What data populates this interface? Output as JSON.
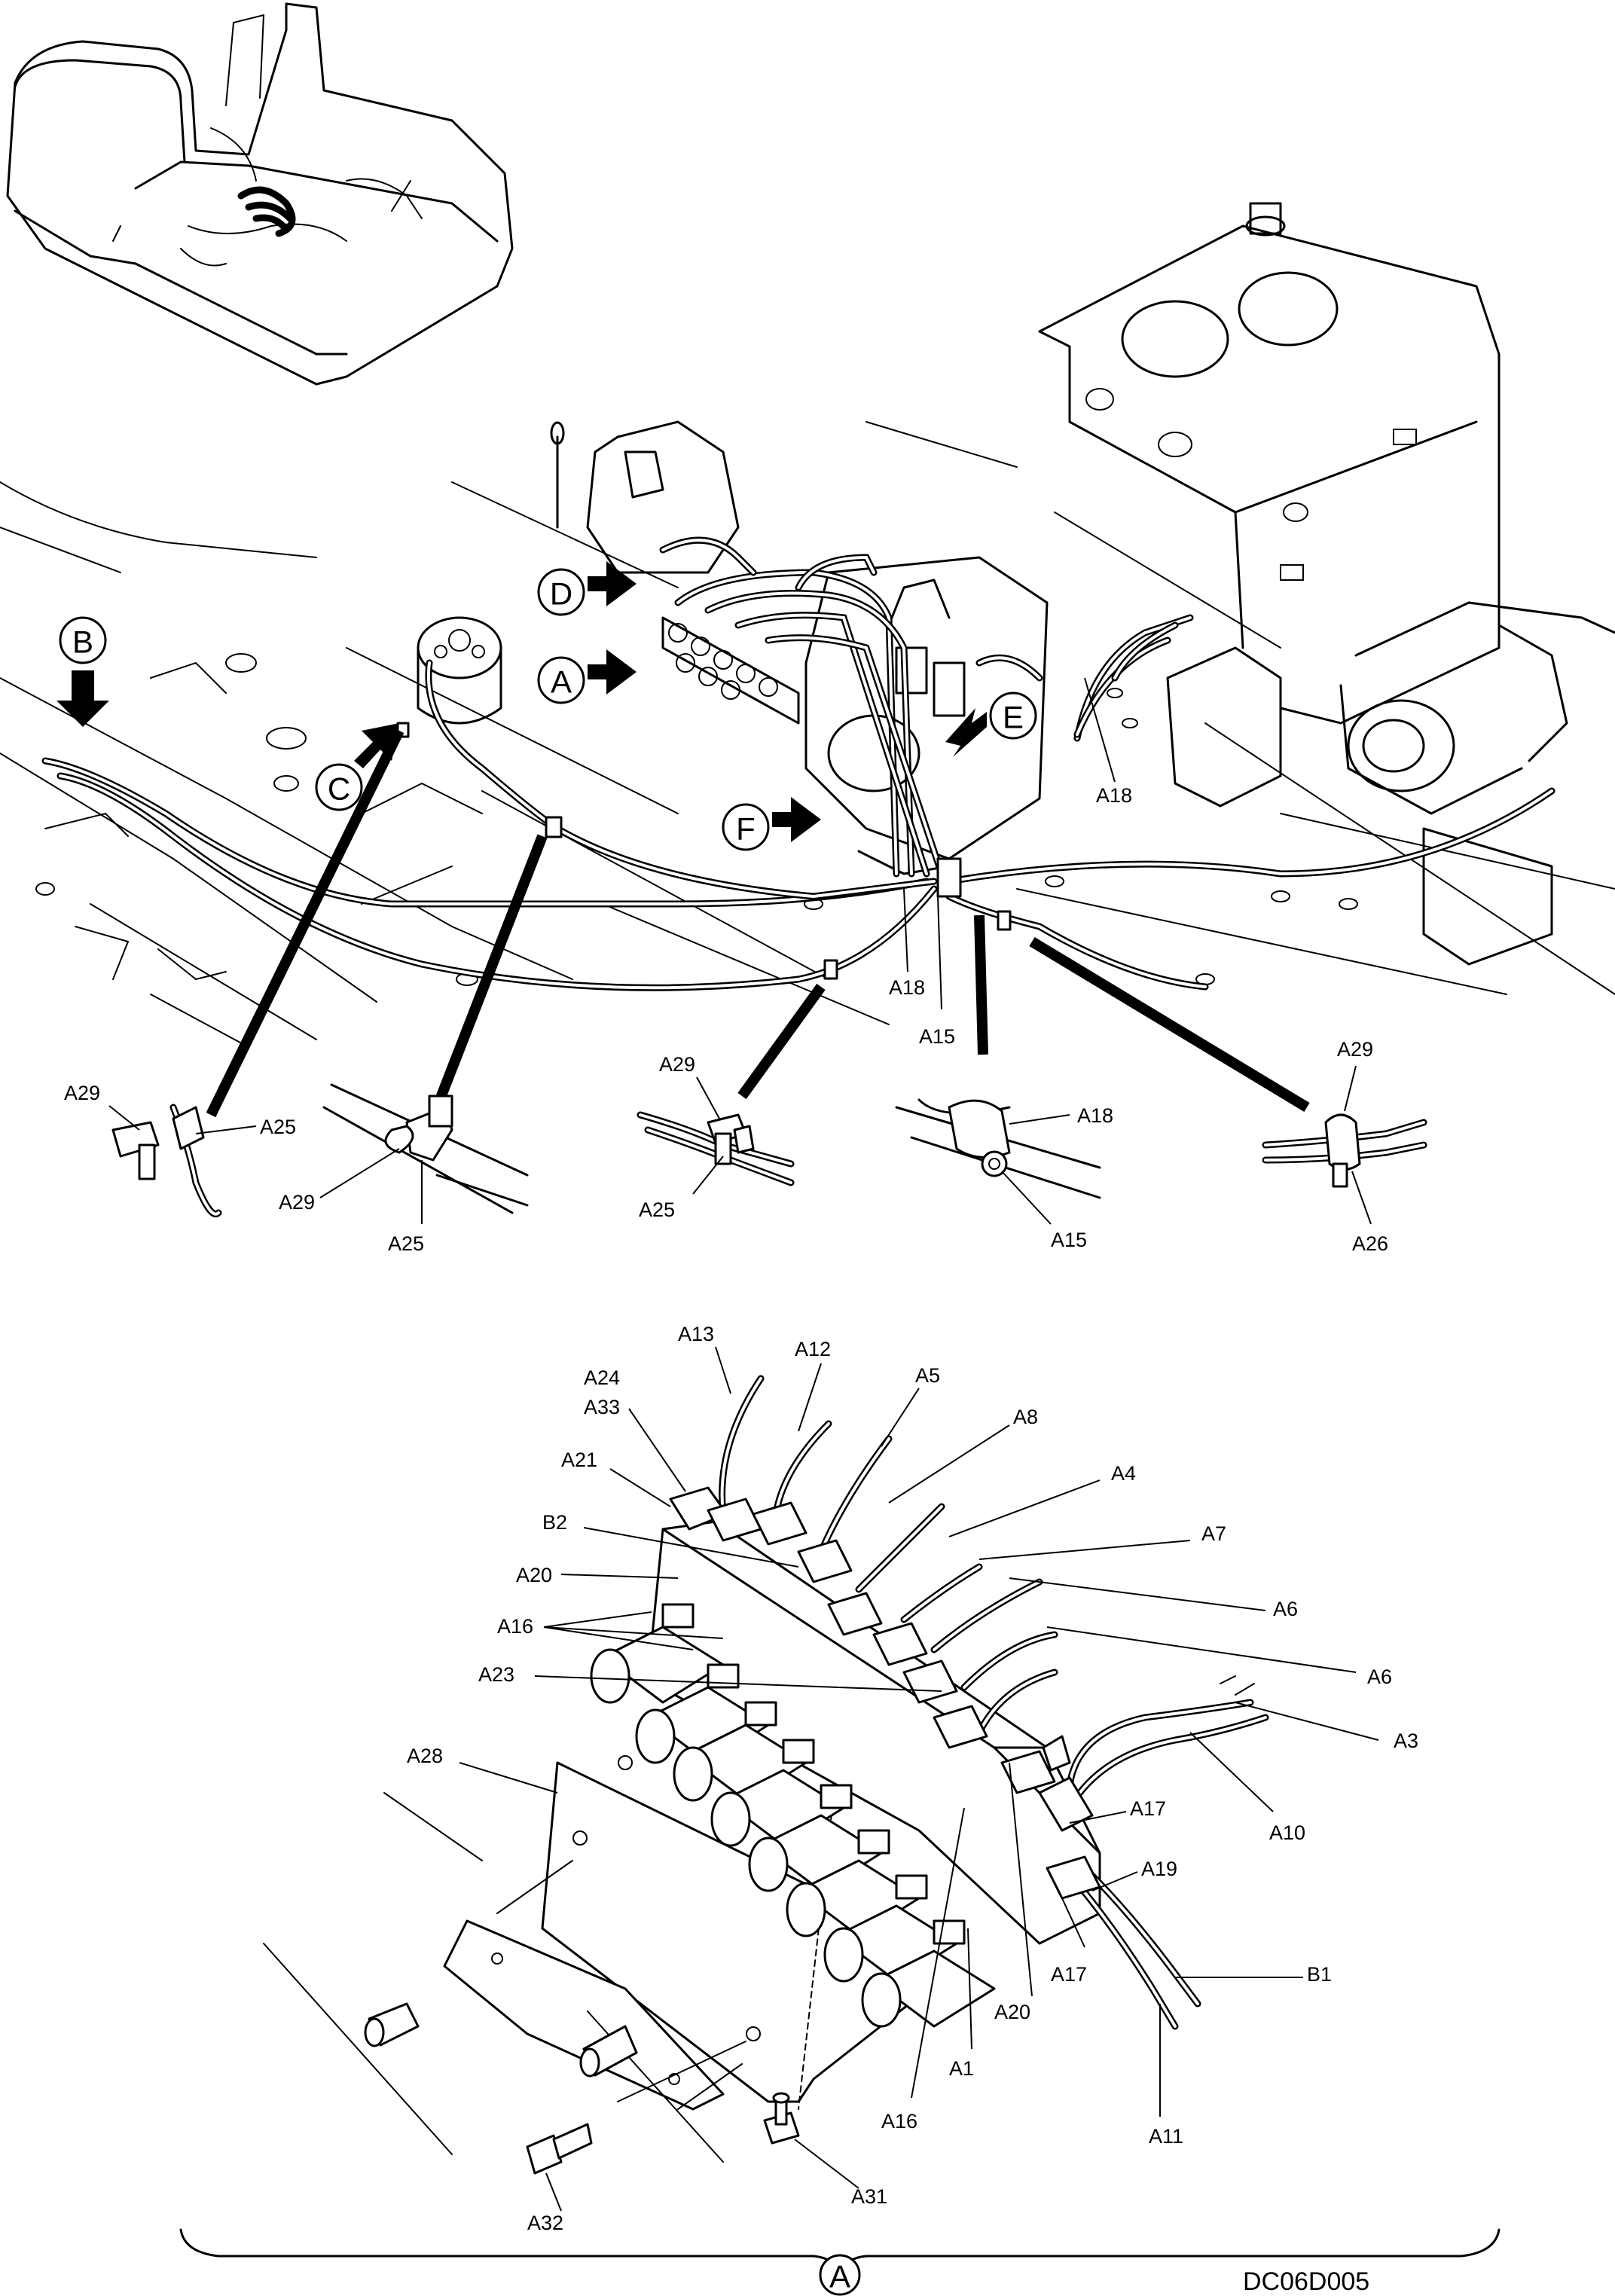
{
  "drawing_code": "DC06D005",
  "view_markers": [
    "A",
    "B",
    "C",
    "D",
    "E",
    "F"
  ],
  "detail_group_marker": "A",
  "overview_labels": {
    "l1": "A18",
    "l2": "A18",
    "l3": "A15"
  },
  "details": {
    "d1": {
      "a": "A29",
      "b": "A25"
    },
    "d2": {
      "a": "A29",
      "b": "A25"
    },
    "d3": {
      "a": "A29",
      "b": "A25"
    },
    "d4": {
      "a": "A18",
      "b": "A15"
    },
    "d5": {
      "a": "A29",
      "b": "A26"
    }
  },
  "valve_labels": {
    "l01": "A13",
    "l02": "A12",
    "l03": "A5",
    "l04": "A24",
    "l05": "A33",
    "l06": "A8",
    "l07": "A21",
    "l08": "A4",
    "l09": "B2",
    "l10": "A7",
    "l11": "A20",
    "l12": "A6",
    "l13": "A16",
    "l14": "A6",
    "l15": "A23",
    "l16": "A3",
    "l17": "A28",
    "l18": "A10",
    "l19": "A17",
    "l20": "A19",
    "l21": "B1",
    "l22": "A17",
    "l23": "A20",
    "l24": "A1",
    "l25": "A16",
    "l26": "A11",
    "l27": "A31",
    "l28": "A32"
  }
}
